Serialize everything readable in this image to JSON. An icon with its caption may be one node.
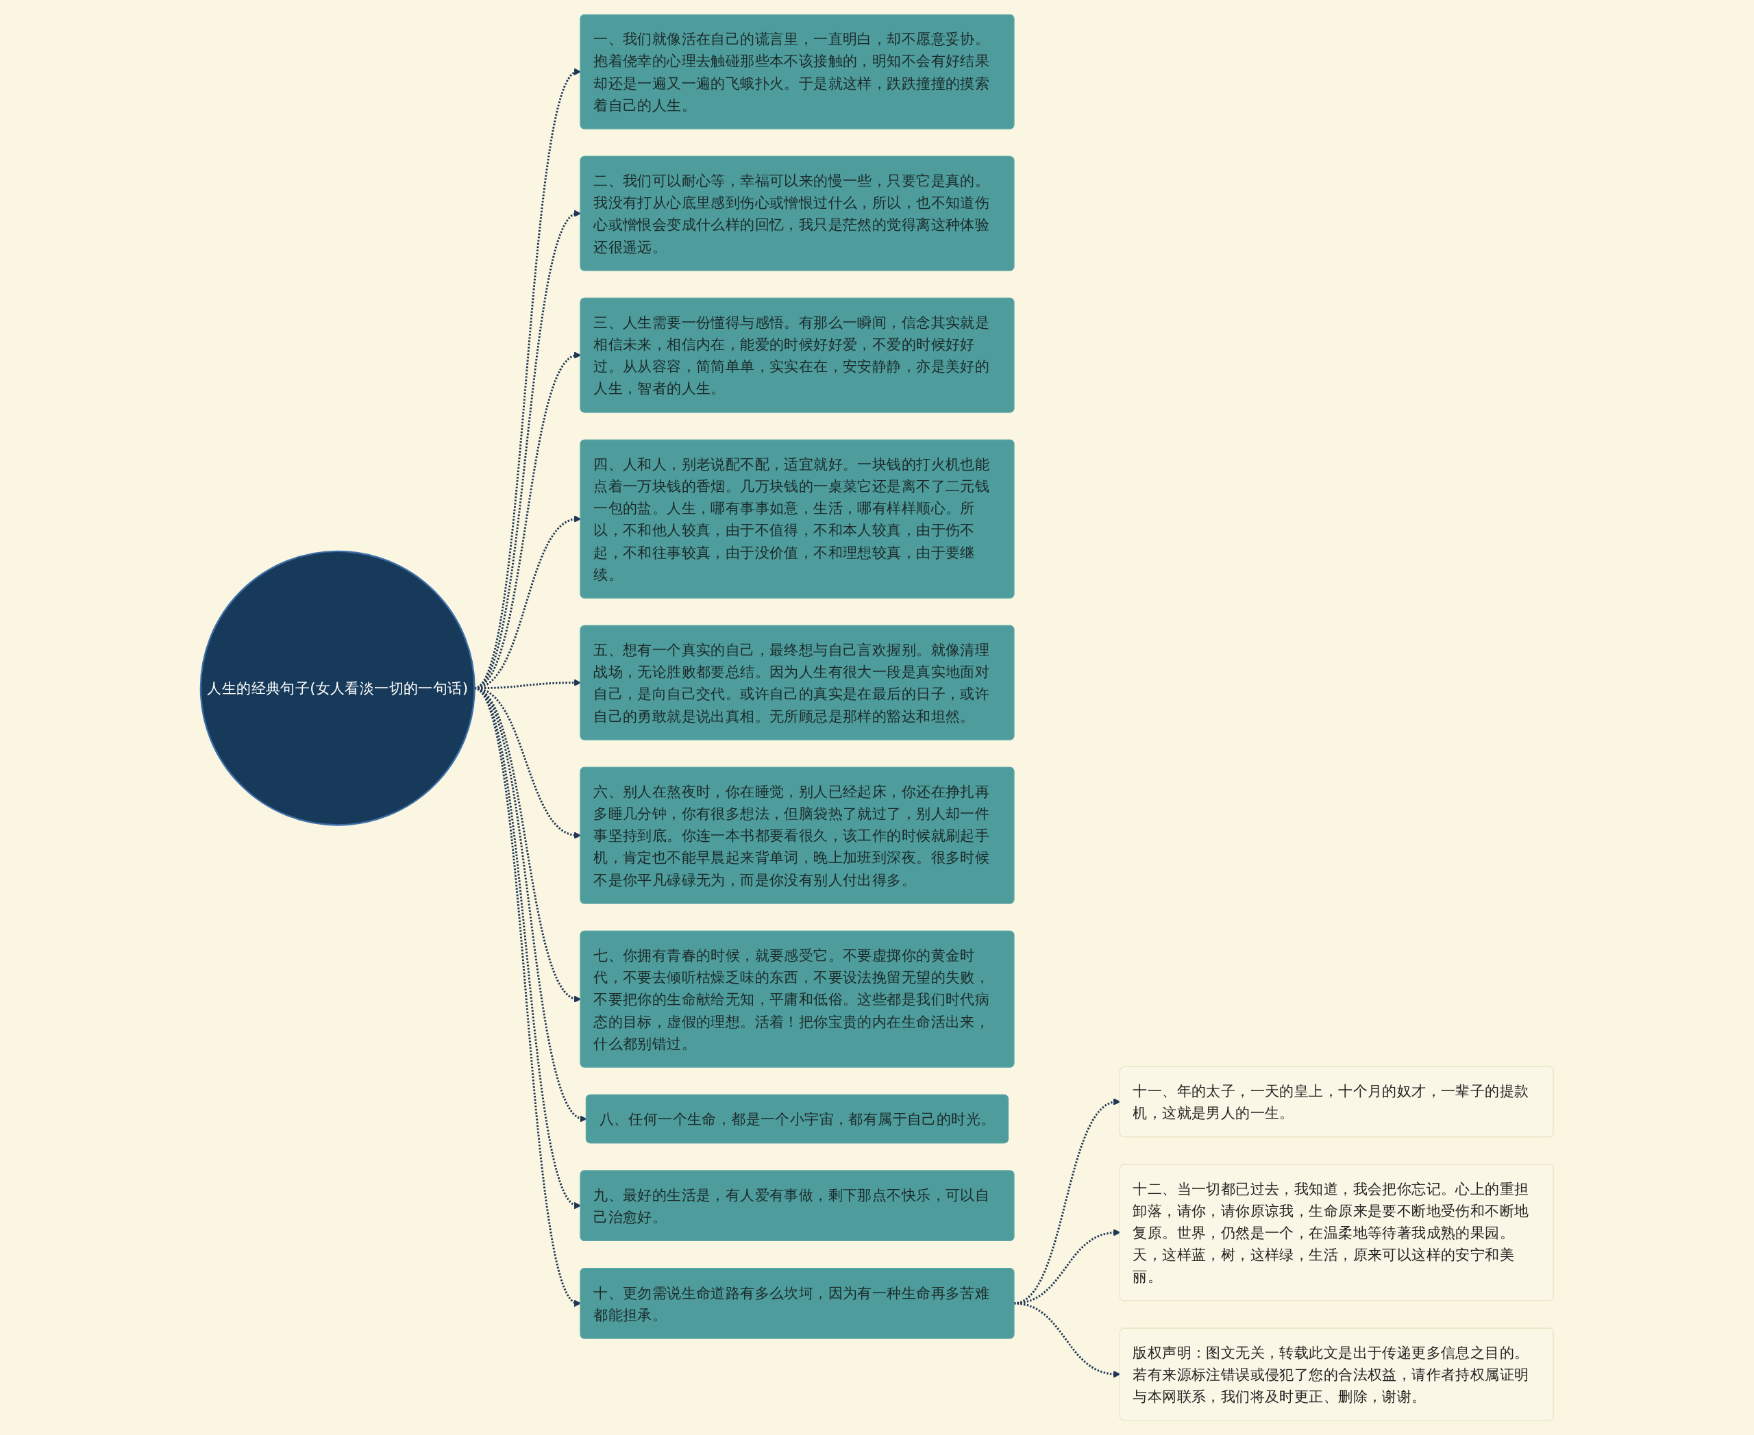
{
  "diagram": {
    "nodes": [
      {
        "text": [
          "人生的经典句子(女人看淡一切的一句话)"
        ]
      },
      {
        "text": [
          "一、我们就像活在自己的谎言里，一直明白，却不愿意妥协。抱着侥幸的心理去触碰那些本不该接触的，明知不会有好结果却还是一遍又一遍的飞蛾扑火。于是就这样，跌跌撞撞的摸索着自己的人生。"
        ]
      },
      {
        "text": [
          "二、我们可以耐心等，幸福可以来的慢一些，只要它是真的。我没有打从心底里感到伤心或憎恨过什么，所以，也不知道伤心或憎恨会变成什么样的回忆，我只是茫然的觉得离这种体验还很遥远。"
        ]
      },
      {
        "text": [
          "三、人生需要一份懂得与感悟。有那么一瞬间，信念其实就是相信未来，相信内在，能爱的时候好好爱，不爱的时候好好过。从从容容，简简单单，实实在在，安安静静，亦是美好的人生，智者的人生。"
        ]
      },
      {
        "text": [
          "四、人和人，别老说配不配，适宜就好。一块钱的打火机也能点着一万块钱的香烟。几万块钱的一桌菜它还是离不了二元钱一包的盐。人生，哪有事事如意，生活，哪有样样顺心。所以，不和他人较真，由于不值得，不和本人较真，由于伤不起，不和往事较真，由于没价值，不和理想较真，由于要继续。"
        ]
      },
      {
        "text": [
          "五、想有一个真实的自己，最终想与自己言欢握别。就像清理战场，无论胜败都要总结。因为人生有很大一段是真实地面对自己，是向自己交代。或许自己的真实是在最后的日子，或许自己的勇敢就是说出真相。无所顾忌是那样的豁达和坦然。"
        ]
      },
      {
        "text": [
          "六、别人在熬夜时，你在睡觉，别人已经起床，你还在挣扎再多睡几分钟，你有很多想法，但脑袋热了就过了，别人却一件事坚持到底。你连一本书都要看很久，该工作的时候就刷起手机，肯定也不能早晨起来背单词，晚上加班到深夜。很多时候不是你平凡碌碌无为，而是你没有别人付出得多。"
        ]
      },
      {
        "text": [
          "七、你拥有青春的时候，就要感受它。不要虚掷你的黄金时代，不要去倾听枯燥乏味的东西，不要设法挽留无望的失败，不要把你的生命献给无知，平庸和低俗。这些都是我们时代病态的目标，虚假的理想。活着！把你宝贵的内在生命活出来，什么都别错过。"
        ]
      },
      {
        "text": [
          "八、任何一个生命，都是一个小宇宙，都有属于自己的时光。"
        ]
      },
      {
        "text": [
          "九、最好的生活是，有人爱有事做，剩下那点不快乐，可以自己治愈好。"
        ]
      },
      {
        "text": [
          "十、更勿需说生命道路有多么坎坷，因为有一种生命再多苦难都能担承。"
        ]
      },
      {
        "text": [
          "十一、年的太子，一天的皇上，十个月的奴才，一辈子的提款机，这就是男人的一生。"
        ]
      },
      {
        "text": [
          "十二、当一切都已过去，我知道，我会把你忘记。心上的重担卸落，请你，请你原谅我，生命原来是要不断地受伤和不断地复原。世界，仍然是一个，在温柔地等待著我成熟的果园。天，这样蓝，树，这样绿，生活，原来可以这样的安宁和美丽。"
        ]
      },
      {
        "text": [
          "版权声明：图文无关，转载此文是出于传递更多信息之目的。若有来源标注错误或侵犯了您的合法权益，请作者持权属证明与本网联系，我们将及时更正、删除，谢谢。"
        ]
      }
    ],
    "edges": [
      {
        "from": 0,
        "to": 1,
        "arrow": "to",
        "style": "dashed"
      },
      {
        "from": 0,
        "to": 2,
        "arrow": "to",
        "style": "dashed"
      },
      {
        "from": 0,
        "to": 3,
        "arrow": "to",
        "style": "dashed"
      },
      {
        "from": 0,
        "to": 4,
        "arrow": "to",
        "style": "dashed"
      },
      {
        "from": 0,
        "to": 5,
        "arrow": "to",
        "style": "dashed"
      },
      {
        "from": 0,
        "to": 6,
        "arrow": "to",
        "style": "dashed"
      },
      {
        "from": 0,
        "to": 7,
        "arrow": "to",
        "style": "dashed"
      },
      {
        "from": 0,
        "to": 8,
        "arrow": "to",
        "style": "dashed"
      },
      {
        "from": 0,
        "to": 9,
        "arrow": "to",
        "style": "dashed"
      },
      {
        "from": 0,
        "to": 10,
        "arrow": "to",
        "style": "dashed"
      },
      {
        "from": 10,
        "to": 11,
        "arrow": "to",
        "style": "dashed"
      },
      {
        "from": 10,
        "to": 12,
        "arrow": "to",
        "style": "dashed"
      },
      {
        "from": 10,
        "to": 13,
        "arrow": "to",
        "style": "dashed"
      }
    ]
  }
}
